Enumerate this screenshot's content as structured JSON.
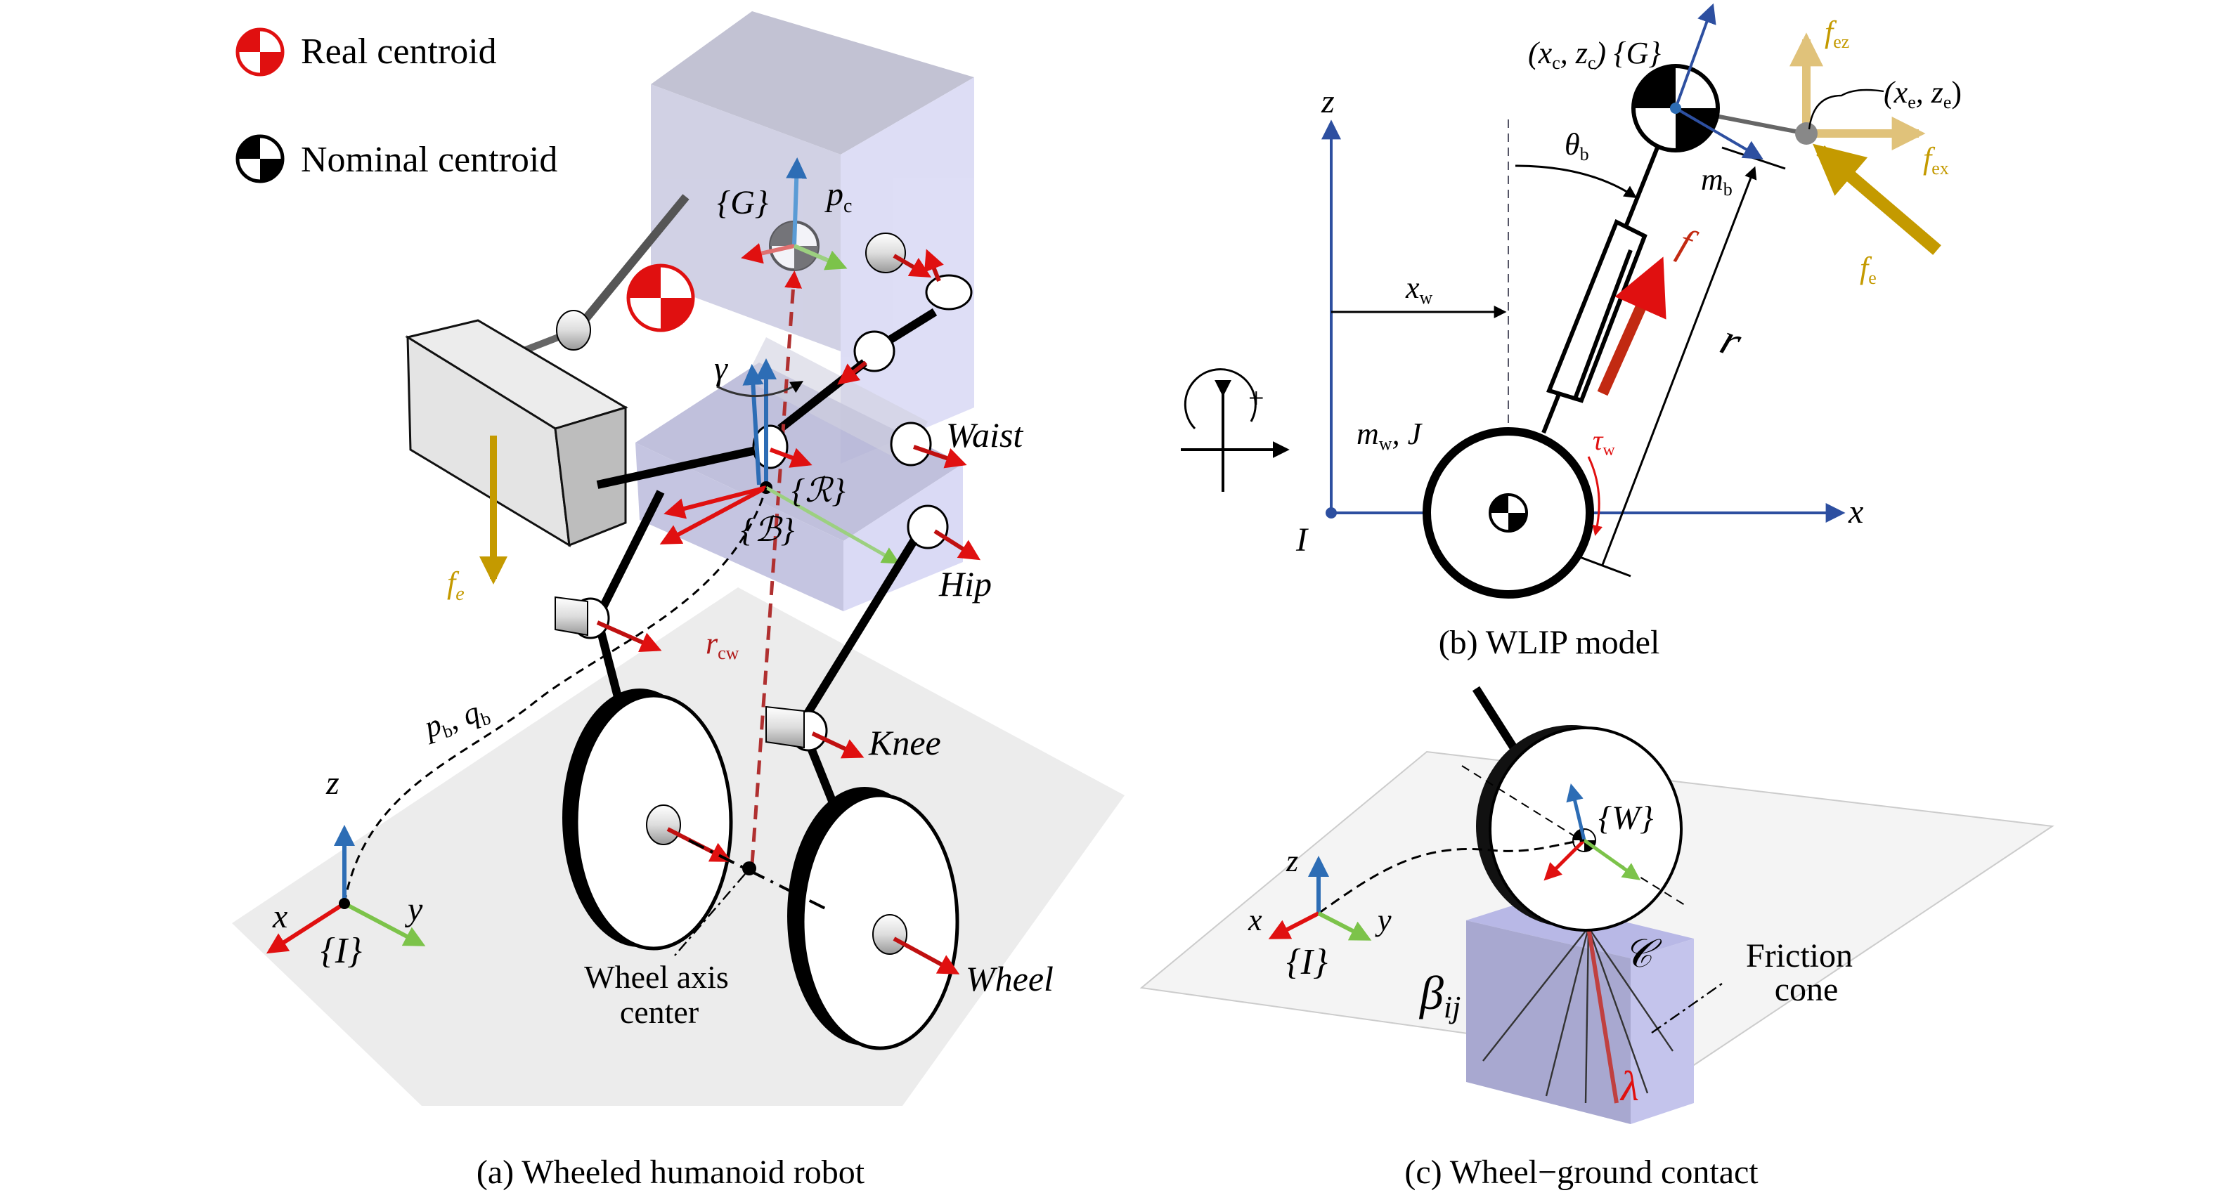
{
  "colors": {
    "red": "#e01010",
    "blue": "#2d6db5",
    "green": "#7cc34a",
    "gold": "#c49a00",
    "gold_light": "#e0c27a",
    "lavender": "#c8c8ee",
    "floor": "#ececec",
    "dark_red": "#b01818"
  },
  "panel_a": {
    "caption": "(a) Wheeled humanoid robot",
    "legend": {
      "real": "Real centroid",
      "nominal": "Nominal centroid"
    },
    "G": "{G}",
    "pc": {
      "main": "p",
      "sub": "c"
    },
    "gamma": "γ",
    "R": "{ℛ}",
    "B": "{ℬ}",
    "waist": "Waist",
    "hip": "Hip",
    "knee": "Knee",
    "wheel": "Wheel",
    "fe": {
      "main": "f",
      "sub": "e"
    },
    "rcw": {
      "main": "r",
      "sub": "cw"
    },
    "pbqb": {
      "p": "p",
      "psub": "b",
      "sep": ", ",
      "q": "q",
      "qsub": "b"
    },
    "axes": {
      "z": "z",
      "x": "x",
      "y": "y",
      "frame": "{I}"
    },
    "wheel_axis_center": {
      "line1": "Wheel axis",
      "line2": "center"
    }
  },
  "panel_b": {
    "caption": "(b) WLIP model",
    "z": "z",
    "x": "x",
    "I": "I",
    "plus": "+",
    "xw": {
      "main": "x",
      "sub": "w"
    },
    "theta_b": {
      "main": "θ",
      "sub": "b"
    },
    "mb": {
      "main": "m",
      "sub": "b"
    },
    "r": "r",
    "f": "f",
    "tau_w": {
      "main": "τ",
      "sub": "w"
    },
    "mw_J": {
      "main": "m",
      "sub": "w",
      "rest": ", J"
    },
    "centroid": {
      "open": "(x",
      "sub1": "c",
      "mid": ", z",
      "sub2": "c",
      "close": ") {G}"
    },
    "contact": {
      "open": "(x",
      "sub1": "e",
      "mid": ", z",
      "sub2": "e",
      "close": ")"
    },
    "fez": {
      "main": "f",
      "sub": "ez"
    },
    "fex": {
      "main": "f",
      "sub": "ex"
    },
    "fe": {
      "main": "f",
      "sub": "e"
    }
  },
  "panel_c": {
    "caption": "(c) Wheel−ground contact",
    "W": "{W}",
    "axes": {
      "z": "z",
      "x": "x",
      "y": "y",
      "frame": "{I}"
    },
    "C": "𝒞",
    "beta": {
      "main": "β",
      "sub": "ij"
    },
    "friction": {
      "line1": "Friction",
      "line2": "cone"
    },
    "lambda": "λ"
  }
}
